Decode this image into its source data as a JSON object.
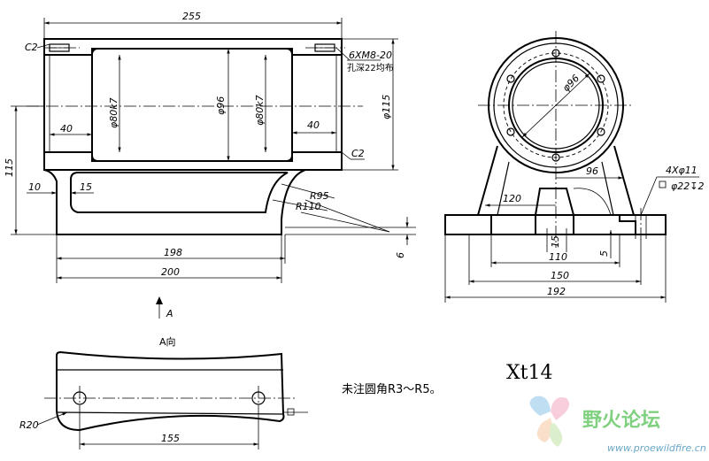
{
  "drawing_code": "Xt14",
  "note": "未注圆角R3～R5。",
  "view_a": {
    "arrow_label": "A",
    "title": "A向"
  },
  "front_view": {
    "overall_length": "255",
    "chamfer_left": "C2",
    "chamfer_right": "C2",
    "thread_note_1": "6XM8-20",
    "thread_note_2": "孔深22均布",
    "bore_left": "φ80k7",
    "bore_center": "φ96",
    "bore_right": "φ80k7",
    "seat_left": "40",
    "seat_right": "40",
    "outer_dia": "φ115",
    "center_height": "115",
    "wall_10": "10",
    "wall_15": "15",
    "fillet_r95": "R95",
    "fillet_r110": "R110",
    "base_198": "198",
    "base_200": "200",
    "base_6": "6"
  },
  "side_view": {
    "bore": "φ96",
    "dim_96": "96",
    "rib_120": "120",
    "hole_note_1": "4Xφ11",
    "hole_note_2": "φ22↧2",
    "dim_15": "15",
    "dim_110": "110",
    "dim_5": "5",
    "dim_150": "150",
    "dim_192": "192"
  },
  "bottom_view": {
    "radius": "R20",
    "hole_spacing": "155"
  },
  "watermark": {
    "logo_text": "野火论坛",
    "url": "www.proewildfire.cn"
  }
}
